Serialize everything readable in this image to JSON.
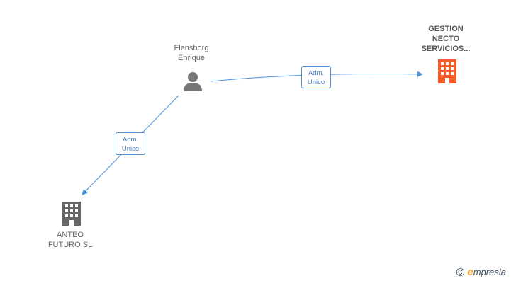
{
  "nodes": {
    "person": {
      "line1": "Flensborg",
      "line2": "Enrique",
      "icon": "person-icon"
    },
    "company_main": {
      "line1": "GESTION",
      "line2": "NECTO",
      "line3": "SERVICIOS...",
      "icon": "building-icon",
      "color": "#f25c2a"
    },
    "company_child": {
      "line1": "ANTEO",
      "line2": "FUTURO SL",
      "icon": "building-icon",
      "color": "#666666"
    }
  },
  "relations": [
    {
      "line1": "Adm.",
      "line2": "Unico"
    },
    {
      "line1": "Adm.",
      "line2": "Unico"
    }
  ],
  "edge_color": "#4a90d9",
  "brand": {
    "copyright": "©",
    "initial": "e",
    "rest": "mpresia"
  }
}
